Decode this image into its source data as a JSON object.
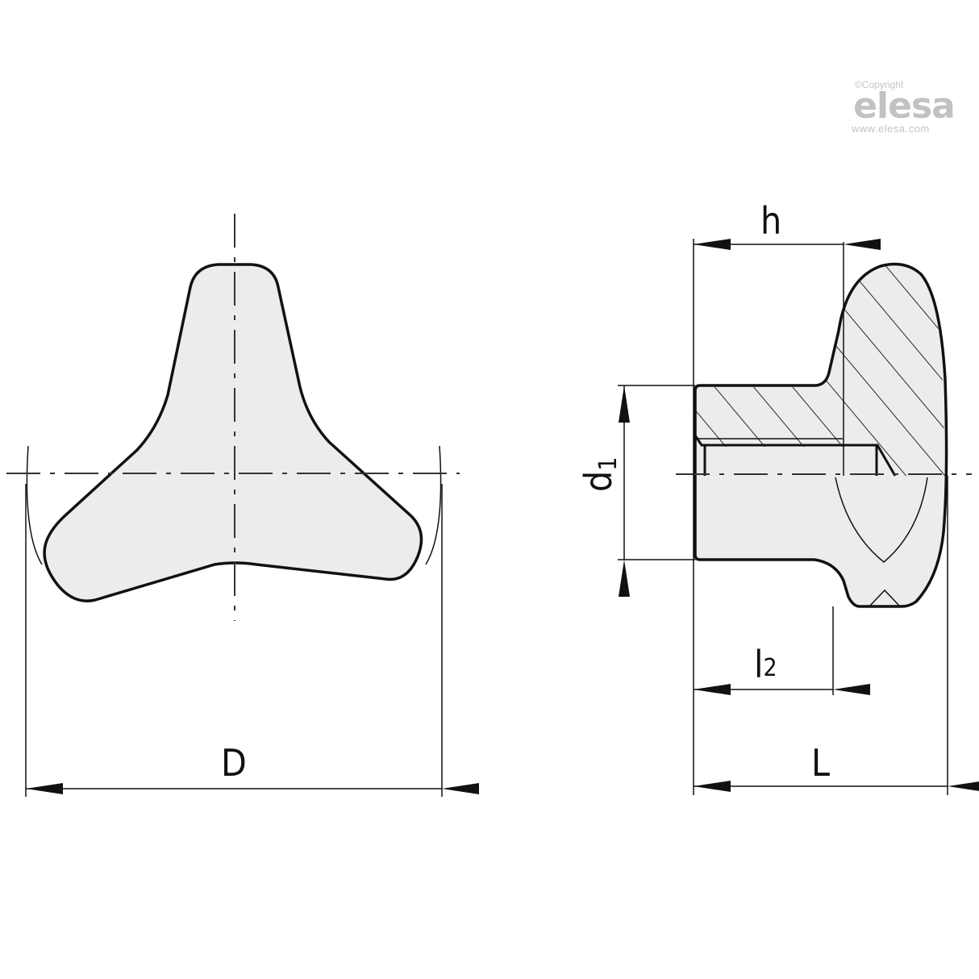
{
  "watermark": {
    "copyright": "©Copyright",
    "brand": "elesa",
    "url": "www.elesa.com"
  },
  "front_view": {
    "dimension_D": "D"
  },
  "side_view": {
    "dimension_h": "h",
    "dimension_d1_main": "d",
    "dimension_d1_sub": "1",
    "dimension_l2_main": "l",
    "dimension_l2_sub": "2",
    "dimension_L": "L"
  },
  "colors": {
    "outline": "#111111",
    "fill": "#ececec",
    "watermark": "#c4c4c4"
  }
}
